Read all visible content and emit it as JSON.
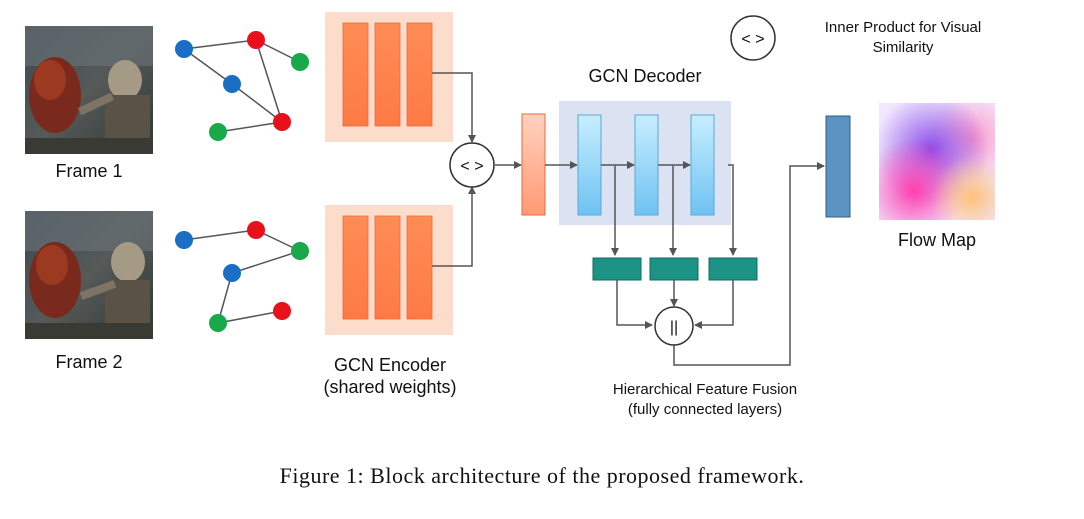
{
  "frames": [
    {
      "label": "Frame 1"
    },
    {
      "label": "Frame 2"
    }
  ],
  "encoder": {
    "title": "GCN Encoder",
    "subtitle": "(shared weights)"
  },
  "decoder": {
    "title": "GCN Decoder"
  },
  "inner_product": {
    "symbol": "< >",
    "legend_line1": "Inner Product for Visual",
    "legend_line2": "Similarity"
  },
  "fusion": {
    "symbol": "||",
    "title": "Hierarchical Feature Fusion",
    "subtitle": "(fully connected layers)"
  },
  "output": {
    "label": "Flow Map"
  },
  "caption": "Figure 1: Block architecture of the proposed framework.",
  "colors": {
    "node_blue": "#1a6fc4",
    "node_red": "#e8101a",
    "node_green": "#19a84a",
    "encoder_bg": "#fcdccb",
    "encoder_block": "#ff8a55",
    "decoder_bg": "#dbe3f3",
    "decoder_block": "#8fd0f5",
    "fusion_block": "#1c9385",
    "output_block": "#5b93c2"
  }
}
